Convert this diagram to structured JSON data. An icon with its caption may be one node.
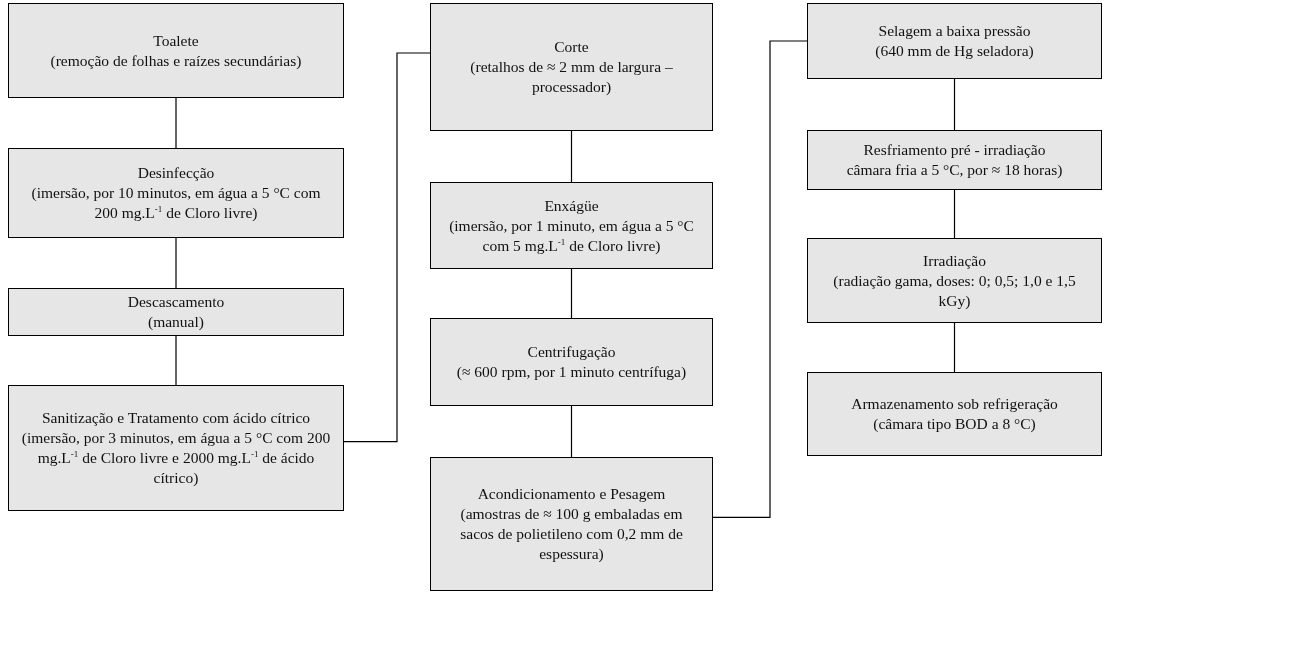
{
  "diagram": {
    "nodes": [
      {
        "text": [
          "Toalete",
          "(remoção de folhas e raízes secundárias)"
        ]
      },
      {
        "text": [
          "Desinfecção",
          "(imersão, por 10 minutos, em água a 5 °C com 200 mg.L$^{-1}$ de Cloro livre)"
        ]
      },
      {
        "text": [
          "Descascamento",
          "(manual)"
        ]
      },
      {
        "text": [
          "Sanitização e Tratamento com ácido cítrico",
          "(imersão, por 3 minutos, em água a 5 °C com 200 mg.L$^{-1}$ de Cloro livre e 2000 mg.L$^{-1}$ de ácido cítrico)"
        ]
      },
      {
        "text": [
          "Corte",
          "(retalhos de ≈ 2 mm de largura – processador)"
        ]
      },
      {
        "text": [
          "Enxágüe",
          "(imersão, por 1 minuto, em água a 5 °C com 5 mg.L$^{-1}$ de Cloro livre)"
        ]
      },
      {
        "text": [
          "Centrifugação",
          "(≈ 600 rpm, por 1 minuto centrífuga)"
        ]
      },
      {
        "text": [
          "Acondicionamento e Pesagem",
          "(amostras de ≈ 100 g embaladas em sacos de polietileno com 0,2 mm de espessura)"
        ]
      },
      {
        "text": [
          "Selagem a baixa pressão",
          "(640 mm de Hg seladora)"
        ]
      },
      {
        "text": [
          "Resfriamento pré - irradiação",
          "câmara fria a 5 °C, por ≈ 18 horas)"
        ]
      },
      {
        "text": [
          "Irradiação",
          "(radiação gama, doses: 0; 0,5; 1,0 e 1,5 kGy)"
        ]
      },
      {
        "text": [
          "Armazenamento sob refrigeração",
          "(câmara tipo BOD a 8 °C)"
        ]
      }
    ],
    "edges": [
      {
        "from": 0,
        "to": 1,
        "arrow": "none"
      },
      {
        "from": 1,
        "to": 2,
        "arrow": "none"
      },
      {
        "from": 2,
        "to": 3,
        "arrow": "none"
      },
      {
        "from": 3,
        "to": 4,
        "arrow": "none"
      },
      {
        "from": 4,
        "to": 5,
        "arrow": "none"
      },
      {
        "from": 5,
        "to": 6,
        "arrow": "none"
      },
      {
        "from": 6,
        "to": 7,
        "arrow": "none"
      },
      {
        "from": 7,
        "to": 8,
        "arrow": "none"
      },
      {
        "from": 8,
        "to": 9,
        "arrow": "none"
      },
      {
        "from": 9,
        "to": 10,
        "arrow": "none"
      },
      {
        "from": 10,
        "to": 11,
        "arrow": "none"
      }
    ]
  }
}
